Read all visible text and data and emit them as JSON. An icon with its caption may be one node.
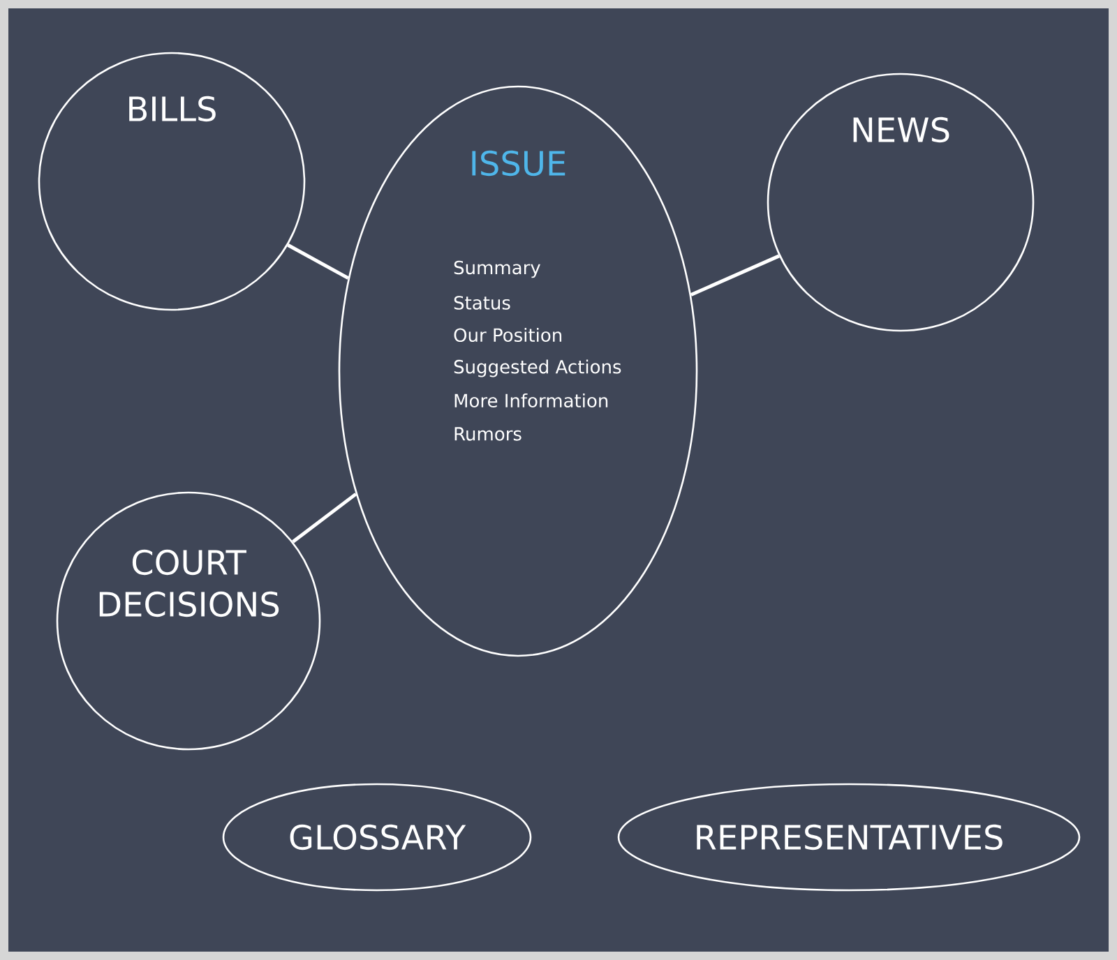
{
  "diagram": {
    "nodes": [
      {
        "text": [
          "BILLS"
        ]
      },
      {
        "text": [
          "ISSUE",
          "Summary",
          "Status",
          "Our Position",
          "Suggested Actions",
          "More Information",
          "Rumors"
        ]
      },
      {
        "text": [
          "NEWS"
        ]
      },
      {
        "text": [
          "COURT DECISIONS"
        ]
      },
      {
        "text": [
          "GLOSSARY"
        ]
      },
      {
        "text": [
          "REPRESENTATIVES"
        ]
      }
    ],
    "edges": [
      {
        "from": 0,
        "to": 1,
        "arrow": "none"
      },
      {
        "from": 1,
        "to": 2,
        "arrow": "none"
      },
      {
        "from": 3,
        "to": 1,
        "arrow": "none"
      }
    ]
  }
}
